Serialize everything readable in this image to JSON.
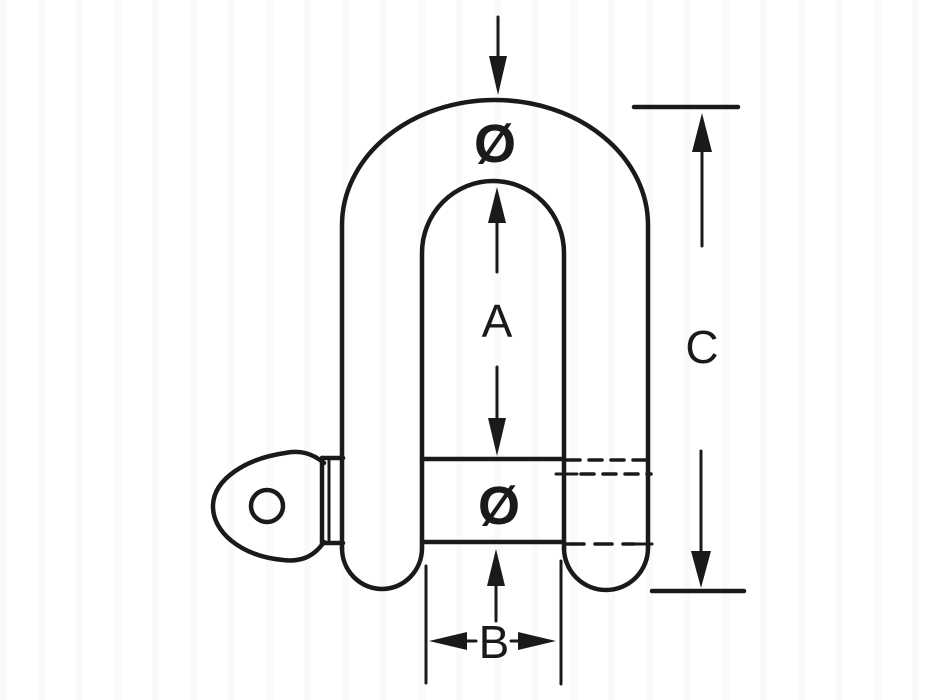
{
  "diagram": {
    "labels": {
      "inside_length": "A",
      "inside_width": "B",
      "overall_length": "C",
      "bow_diameter_symbol": "Ø",
      "pin_diameter_symbol": "Ø"
    },
    "colors": {
      "ink": "#1a1a1a",
      "background": "#ffffff"
    }
  }
}
